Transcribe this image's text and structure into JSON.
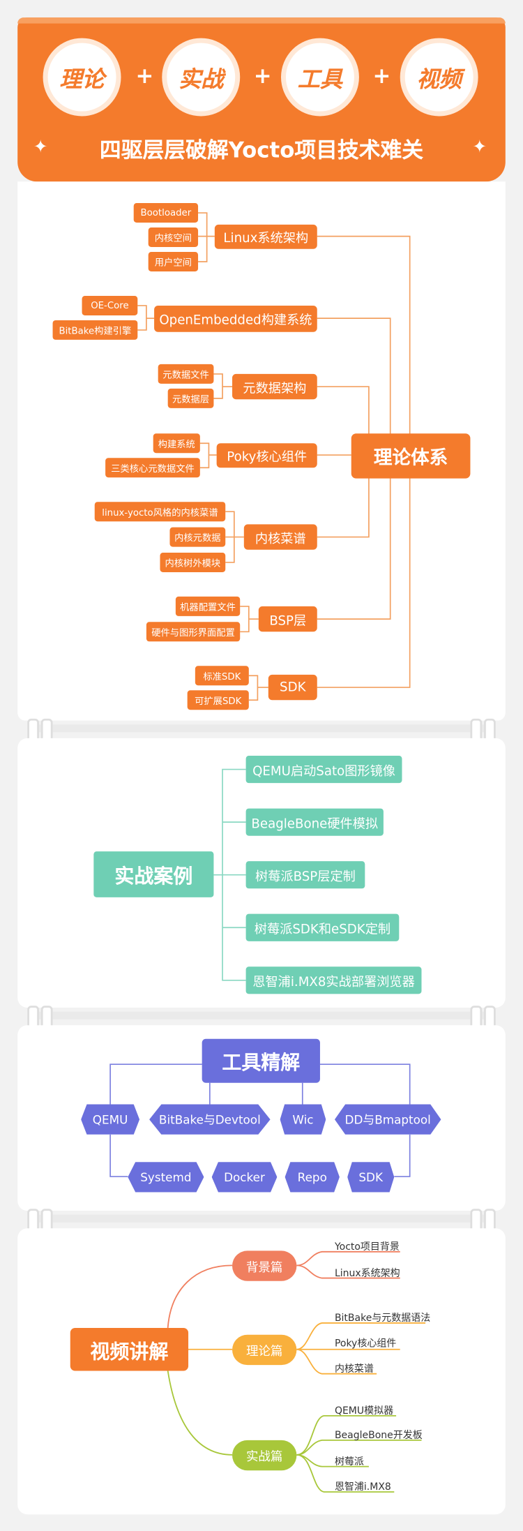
{
  "header": {
    "circles": [
      "理论",
      "实战",
      "工具",
      "视频"
    ],
    "plus": "+",
    "subtitle": "四驱层层破解Yocto项目技术难关",
    "star": "✦"
  },
  "theory": {
    "center": "理论体系",
    "branches": [
      {
        "label": "Linux系统架构",
        "leaves": [
          "Bootloader",
          "内核空间",
          "用户空间"
        ]
      },
      {
        "label": "OpenEmbedded构建系统",
        "leaves": [
          "OE-Core",
          "BitBake构建引擎"
        ]
      },
      {
        "label": "元数据架构",
        "leaves": [
          "元数据文件",
          "元数据层"
        ]
      },
      {
        "label": "Poky核心组件",
        "leaves": [
          "构建系统",
          "三类核心元数据文件"
        ]
      },
      {
        "label": "内核菜谱",
        "leaves": [
          "linux-yocto风格的内核菜谱",
          "内核元数据",
          "内核树外模块"
        ]
      },
      {
        "label": "BSP层",
        "leaves": [
          "机器配置文件",
          "硬件与图形界面配置"
        ]
      },
      {
        "label": "SDK",
        "leaves": [
          "标准SDK",
          "可扩展SDK"
        ]
      }
    ]
  },
  "practice": {
    "center": "实战案例",
    "items": [
      "QEMU启动Sato图形镜像",
      "BeagleBone硬件模拟",
      "树莓派BSP层定制",
      "树莓派SDK和eSDK定制",
      "恩智浦i.MX8实战部署浏览器"
    ]
  },
  "tools": {
    "center": "工具精解",
    "row1": [
      "QEMU",
      "BitBake与Devtool",
      "Wic",
      "DD与Bmaptool"
    ],
    "row2": [
      "Systemd",
      "Docker",
      "Repo",
      "SDK"
    ]
  },
  "video": {
    "center": "视频讲解",
    "groups": [
      {
        "label": "背景篇",
        "color": "#f07f5f",
        "items": [
          "Yocto项目背景",
          "Linux系统架构"
        ]
      },
      {
        "label": "理论篇",
        "color": "#f9b03c",
        "items": [
          "BitBake与元数据语法",
          "Poky核心组件",
          "内核菜谱"
        ]
      },
      {
        "label": "实战篇",
        "color": "#a8c73a",
        "items": [
          "QEMU模拟器",
          "BeagleBone开发板",
          "树莓派",
          "恩智浦i.MX8"
        ]
      }
    ]
  }
}
